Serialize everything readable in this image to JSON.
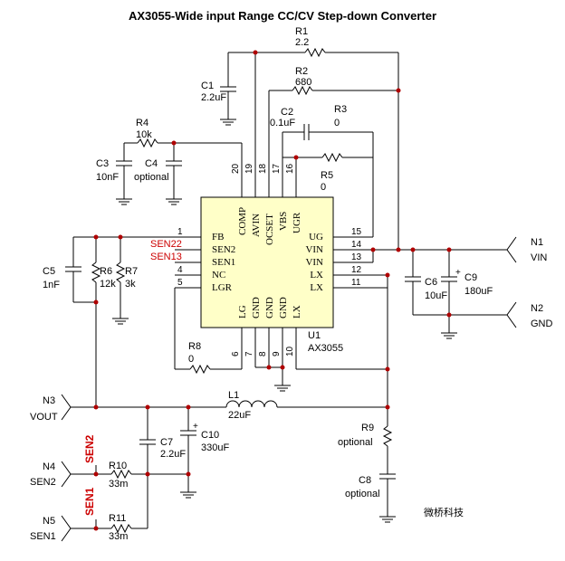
{
  "title": "AX3055-Wide input Range CC/CV Step-down Converter",
  "watermark": "微桥科技",
  "colors": {
    "ic_fill": "#ffffc8",
    "wire": "#000000",
    "junction": "#b00000",
    "net_label": "#cc0000"
  },
  "ic": {
    "ref": "U1",
    "part": "AX3055",
    "left_pins": [
      {
        "num": "1",
        "name": "FB"
      },
      {
        "num": "2",
        "name": "SEN2"
      },
      {
        "num": "3",
        "name": "SEN1"
      },
      {
        "num": "4",
        "name": "NC"
      },
      {
        "num": "5",
        "name": "LGR"
      }
    ],
    "right_pins": [
      {
        "num": "15",
        "name": "UG"
      },
      {
        "num": "14",
        "name": "VIN"
      },
      {
        "num": "13",
        "name": "VIN"
      },
      {
        "num": "12",
        "name": "LX"
      },
      {
        "num": "11",
        "name": "LX"
      }
    ],
    "top_pins": [
      {
        "num": "20",
        "name": "COMP"
      },
      {
        "num": "19",
        "name": "AVIN"
      },
      {
        "num": "18",
        "name": "OCSET"
      },
      {
        "num": "17",
        "name": "VBS"
      },
      {
        "num": "16",
        "name": "UGR"
      }
    ],
    "bottom_pins": [
      {
        "num": "6",
        "name": "LG"
      },
      {
        "num": "7",
        "name": "GND"
      },
      {
        "num": "8",
        "name": "GND"
      },
      {
        "num": "9",
        "name": "GND"
      },
      {
        "num": "10",
        "name": "LX"
      }
    ]
  },
  "nets": {
    "sen2_a": "SEN2",
    "sen1_a": "SEN1",
    "sen2_b": "SEN2",
    "sen1_b": "SEN1"
  },
  "pin_nets": {
    "p2": "SEN22",
    "p3": "SEN13"
  },
  "components": {
    "r1": {
      "ref": "R1",
      "value": "2.2"
    },
    "r2": {
      "ref": "R2",
      "value": "680"
    },
    "c1": {
      "ref": "C1",
      "value": "2.2uF"
    },
    "c2": {
      "ref": "C2",
      "value": "0.1uF"
    },
    "r3": {
      "ref": "R3",
      "value": "0"
    },
    "r4": {
      "ref": "R4",
      "value": "10k"
    },
    "c3": {
      "ref": "C3",
      "value": "10nF"
    },
    "c4": {
      "ref": "C4",
      "value": "optional"
    },
    "r5": {
      "ref": "R5",
      "value": "0"
    },
    "c5": {
      "ref": "C5",
      "value": "1nF"
    },
    "r6": {
      "ref": "R6",
      "value": "12k"
    },
    "r7": {
      "ref": "R7",
      "value": "3k"
    },
    "r8": {
      "ref": "R8",
      "value": "0"
    },
    "c6": {
      "ref": "C6",
      "value": "10uF"
    },
    "c9": {
      "ref": "C9",
      "value": "180uF"
    },
    "l1": {
      "ref": "L1",
      "value": "22uF"
    },
    "c7": {
      "ref": "C7",
      "value": "2.2uF"
    },
    "c10": {
      "ref": "C10",
      "value": "330uF"
    },
    "r9": {
      "ref": "R9",
      "value": "optional"
    },
    "c8": {
      "ref": "C8",
      "value": "optional"
    },
    "r10": {
      "ref": "R10",
      "value": "33m"
    },
    "r11": {
      "ref": "R11",
      "value": "33m"
    }
  },
  "ports": {
    "n1": {
      "ref": "N1",
      "label": "VIN"
    },
    "n2": {
      "ref": "N2",
      "label": "GND"
    },
    "n3": {
      "ref": "N3",
      "label": "VOUT"
    },
    "n4": {
      "ref": "N4",
      "label": "SEN2"
    },
    "n5": {
      "ref": "N5",
      "label": "SEN1"
    }
  }
}
